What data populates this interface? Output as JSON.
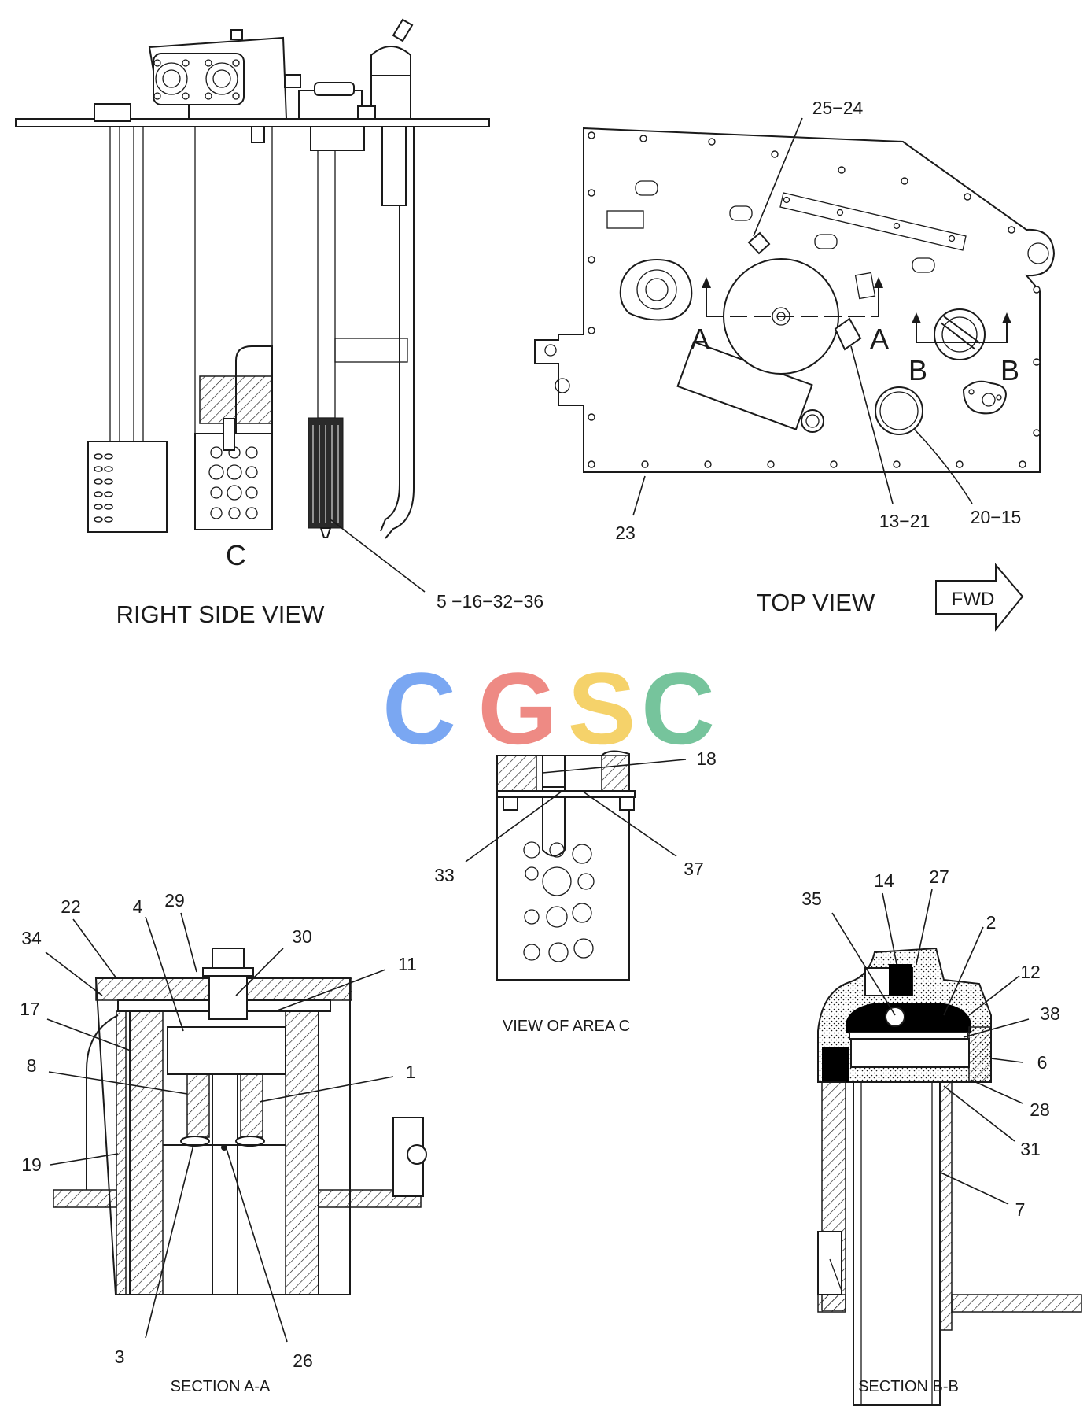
{
  "views": {
    "right_side": "RIGHT SIDE VIEW",
    "top": "TOP VIEW",
    "area_c": "VIEW OF AREA  C",
    "section_aa": "SECTION A-A",
    "section_bb": "SECTION B-B"
  },
  "fwd_label": "FWD",
  "section_letters": {
    "a_left": "A",
    "a_right": "A",
    "b_left": "B",
    "b_right": "B",
    "c": "C"
  },
  "watermark": {
    "letters": [
      "C",
      "G",
      "S",
      "C"
    ],
    "colors": [
      "#7aa7f2",
      "#ee8a84",
      "#f5d26a",
      "#76c49c"
    ]
  },
  "callouts": {
    "c_5_16_32_36": "5 −16−32−36",
    "c_25_24": "25−24",
    "c_23": "23",
    "c_13_21": "13−21",
    "c_20_15": "20−15",
    "c_18": "18",
    "c_33": "33",
    "c_37": "37",
    "c_22": "22",
    "c_29": "29",
    "c_34": "34",
    "c_4": "4",
    "c_30": "30",
    "c_11": "11",
    "c_17": "17",
    "c_8": "8",
    "c_1": "1",
    "c_19": "19",
    "c_3": "3",
    "c_26": "26",
    "c_14": "14",
    "c_27": "27",
    "c_35": "35",
    "c_2": "2",
    "c_12": "12",
    "c_38": "38",
    "c_6": "6",
    "c_28": "28",
    "c_31": "31",
    "c_7": "7"
  }
}
